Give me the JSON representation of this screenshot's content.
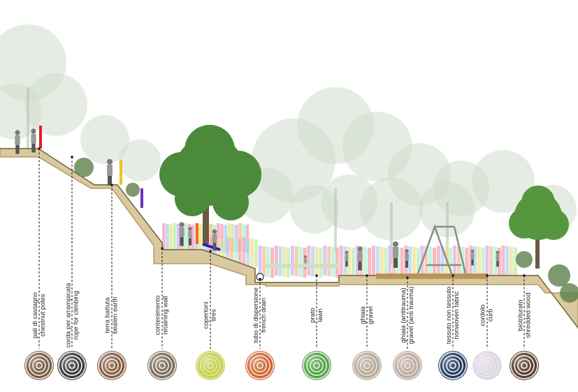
{
  "materials": [
    {
      "it": "pali di castagno",
      "en": "chestnut poles",
      "icon": "chestnut-poles-swatch",
      "color": "#7a5a3a"
    },
    {
      "it": "corda per arrampicata",
      "en": "rope for climbing",
      "icon": "climbing-rope-swatch",
      "color": "#3a3a3a"
    },
    {
      "it": "terra battuta",
      "en": "beaten earth",
      "icon": "beaten-earth-swatch",
      "color": "#8a5a3a"
    },
    {
      "it": "contenimento",
      "en": "retaining wall",
      "icon": "retaining-wall-swatch",
      "color": "#7a6a50"
    },
    {
      "it": "copertoni",
      "en": "tires",
      "icon": "tires-swatch",
      "color": "#c8d820"
    },
    {
      "it": "tubo di dispersione",
      "en": "french drain",
      "icon": "french-drain-swatch",
      "color": "#e06020"
    },
    {
      "it": "prato",
      "en": "lawn",
      "icon": "lawn-swatch",
      "color": "#48a838"
    },
    {
      "it": "ghiaia",
      "en": "gravel",
      "icon": "gravel-swatch",
      "color": "#b8a890"
    },
    {
      "it": "ghiaia (antitrauma)",
      "en": "gravel (anti trauma)",
      "icon": "anti-trauma-gravel-swatch",
      "color": "#c0a898"
    },
    {
      "it": "tessuto non tessuto",
      "en": "nonwoven fabric",
      "icon": "nonwoven-fabric-swatch",
      "color": "#1e3a68"
    },
    {
      "it": "cordolo",
      "en": "curb",
      "icon": "curb-swatch",
      "color": "#e8e0f0"
    },
    {
      "it": "biotriturato",
      "en": "shredded wood",
      "icon": "shredded-wood-swatch",
      "color": "#5a3a28"
    }
  ],
  "colors": {
    "ground": "#d8c9a0",
    "ground_edge": "#b49a5e",
    "foliage_fog": "#cfdccc",
    "tree": "#4a8a3a",
    "fence": [
      "#f4a6c0",
      "#a6d8f4",
      "#f4e08a",
      "#b8f0b0",
      "#d8b0f4",
      "#f4c08a",
      "#a6f4e0",
      "#f4a6a6"
    ]
  }
}
